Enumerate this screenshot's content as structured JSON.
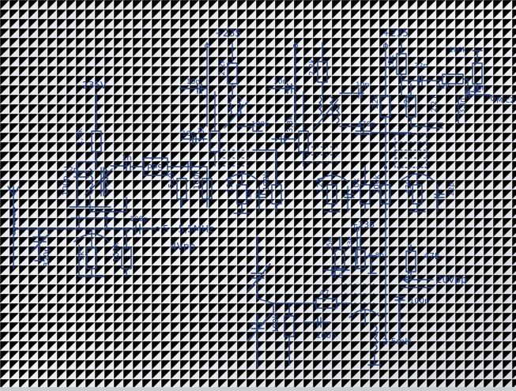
{
  "labels": {
    "v235_left": "235V",
    "v235_mid": "+235",
    "v235_right": "+235",
    "v235_bottom": "+235",
    "r18k": "1,8k",
    "c22n_a": "22n",
    "c100p_a": "100p",
    "c1n": "1n",
    "pps": "PPS",
    "r510": "510",
    "r100k_a": "100k",
    "c10n_a": "10n",
    "r22k_a": "2,2k",
    "r33k_a": "3,3k",
    "c10n_b": "10n",
    "c100p_b": "100p",
    "r120": "120",
    "c10n_c": "10n",
    "r100k_b": "100k",
    "c10n_d": "10n",
    "r22k_b": "2,2k",
    "r33k_b": "3,3k",
    "c10p": "10p",
    "c470p": "470p",
    "r120b": "120",
    "r10k_a": "10k",
    "r22k_c": "22k",
    "r10k_b": "10k",
    "c22p_a": "22p",
    "r22k_d": "22k",
    "r100k_c": "100k",
    "c10n_e": "10n",
    "r22k_e": "22k",
    "c22n_b": "2,2 n",
    "c33n": "3,3n",
    "mic2": "M.c2",
    "r100k_d": "100k",
    "r430": "430",
    "c22p_b": "22p",
    "r1k": "1k",
    "c100p_c": "100p",
    "r100k_e": "100k",
    "freq": "5 - 5,5MHz",
    "vpp4": "4Vpp",
    "c320p": "320p",
    "r15k": "15k",
    "r33k_c": "33k",
    "c68n": "6,8n",
    "c68": "6,8",
    "r47k": "47k",
    "v20pp": "20Vpp",
    "r47": "47",
    "c100p_d": "100p",
    "r100k_f": "100k",
    "c100p_e": "100p",
    "l25mh": "2,5mH"
  }
}
